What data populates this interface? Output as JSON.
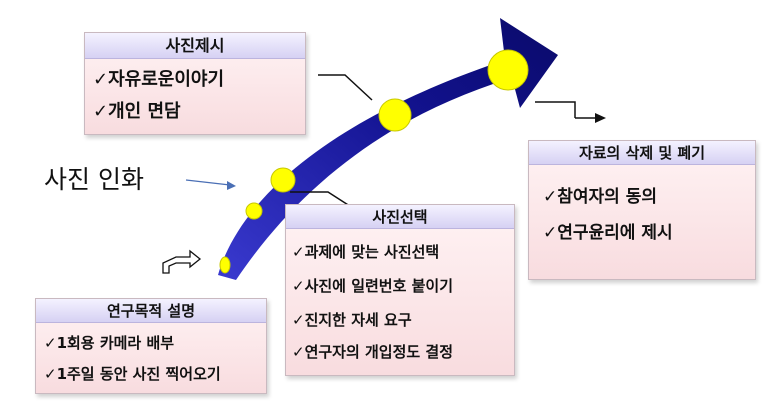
{
  "boxes": {
    "photo_presentation": {
      "title": "사진제시",
      "items": [
        "✓자유로운이야기",
        "✓개인 면담"
      ]
    },
    "photo_selection": {
      "title": "사진선택",
      "items": [
        "✓과제에 맞는 사진선택",
        "✓사진에 일련번호 붙이기",
        "✓진지한 자세 요구",
        "✓연구자의 개입정도 결정"
      ]
    },
    "research_purpose": {
      "title": "연구목적 설명",
      "items": [
        "✓1회용 카메라 배부",
        "✓1주일 동안 사진 찍어오기"
      ]
    },
    "data_deletion": {
      "title": "자료의 삭제 및 폐기",
      "items": [
        "✓참여자의 동의",
        "✓연구윤리에 제시"
      ]
    }
  },
  "labels": {
    "photo_printing": "사진 인화"
  },
  "colors": {
    "arrow": "#10108a",
    "dot": "#ffff00",
    "box_fill": "#fbe3e5",
    "title_fill": "#dcd7f5"
  }
}
